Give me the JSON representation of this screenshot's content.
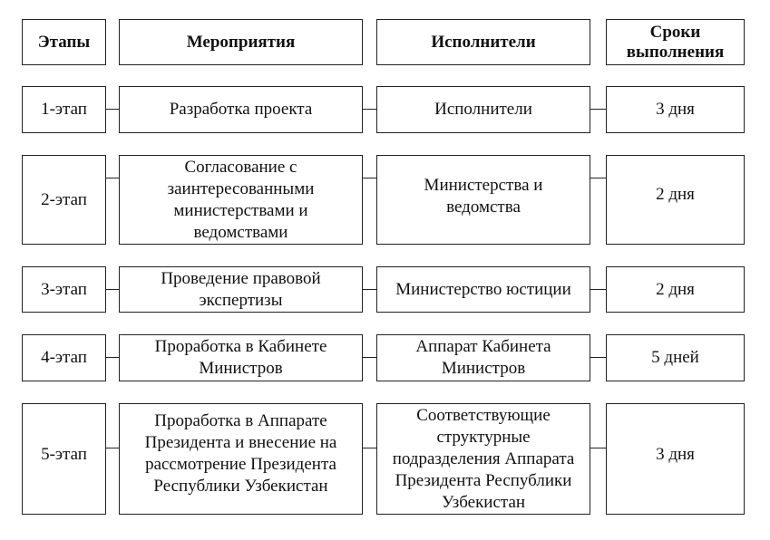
{
  "header": {
    "stage": "Этапы",
    "activity": "Мероприятия",
    "executors": "Исполнители",
    "deadline_line1": "Сроки",
    "deadline_line2": "выполнения"
  },
  "rows": [
    {
      "stage": "1-этап",
      "activity": [
        "Разработка проекта"
      ],
      "executors": [
        "Исполнители"
      ],
      "deadline": "3 дня"
    },
    {
      "stage": "2-этап",
      "activity": [
        "Согласование с",
        "заинтересованными",
        "министерствами и",
        "ведомствами"
      ],
      "executors": [
        "Министерства и",
        "ведомства"
      ],
      "deadline": "2 дня"
    },
    {
      "stage": "3-этап",
      "activity": [
        "Проведение правовой",
        "экспертизы"
      ],
      "executors": [
        "Министерство юстиции"
      ],
      "deadline": "2 дня"
    },
    {
      "stage": "4-этап",
      "activity": [
        "Проработка в Кабинете",
        "Министров"
      ],
      "executors": [
        "Аппарат Кабинета",
        "Министров"
      ],
      "deadline": "5 дней"
    },
    {
      "stage": "5-этап",
      "activity": [
        "Проработка в Аппарате",
        "Президента и внесение на",
        "рассмотрение Президента",
        "Республики Узбекистан"
      ],
      "executors": [
        "Соответствующие",
        "структурные",
        "подразделения Аппарата",
        "Президента Республики",
        "Узбекистан"
      ],
      "deadline": "3 дня"
    }
  ]
}
